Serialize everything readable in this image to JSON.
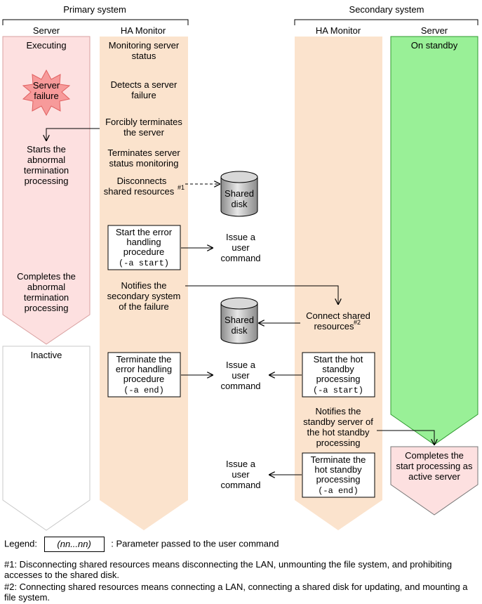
{
  "headers": {
    "primary": "Primary system",
    "secondary": "Secondary system",
    "server": "Server",
    "ha_monitor": "HA Monitor",
    "ha_monitor2": "HA Monitor",
    "server2": "Server"
  },
  "primary_server": {
    "executing": "Executing",
    "failure_1": "Server",
    "failure_2": "failure",
    "abn_start_1": "Starts the",
    "abn_start_2": "abnormal",
    "abn_start_3": "termination",
    "abn_start_4": "processing",
    "abn_done_1": "Completes the",
    "abn_done_2": "abnormal",
    "abn_done_3": "termination",
    "abn_done_4": "processing",
    "inactive": "Inactive"
  },
  "primary_ha": {
    "monitor_1": "Monitoring server",
    "monitor_2": "status",
    "detect_1": "Detects a server",
    "detect_2": "failure",
    "force_1": "Forcibly terminates",
    "force_2": "the server",
    "term_1": "Terminates server",
    "term_2": "status monitoring",
    "disc_1": "Disconnects",
    "disc_2": "shared resources",
    "disc_sup": "#1",
    "err_start_1": "Start the error",
    "err_start_2": "handling",
    "err_start_3": "procedure",
    "err_start_4": "(-a start)",
    "notify_1": "Notifies the",
    "notify_2": "secondary system",
    "notify_3": "of the failure",
    "err_end_1": "Terminate the",
    "err_end_2": "error handling",
    "err_end_3": "procedure",
    "err_end_4": "(-a end)"
  },
  "middle": {
    "disk1_1": "Shared",
    "disk1_2": "disk",
    "disk2_1": "Shared",
    "disk2_2": "disk",
    "cmd1_1": "Issue a",
    "cmd1_2": "user",
    "cmd1_3": "command",
    "cmd2_1": "Issue a",
    "cmd2_2": "user",
    "cmd2_3": "command",
    "cmd3_1": "Issue a",
    "cmd3_2": "user",
    "cmd3_3": "command"
  },
  "secondary_ha": {
    "conn_1": "Connect shared",
    "conn_2": "resources",
    "conn_sup": "#2",
    "hot_start_1": "Start the hot",
    "hot_start_2": "standby",
    "hot_start_3": "processing",
    "hot_start_4": "(-a start)",
    "notify_1": "Notifies the",
    "notify_2": "standby server of",
    "notify_3": "the hot standby",
    "notify_4": "processing",
    "hot_end_1": "Terminate the",
    "hot_end_2": "hot standby",
    "hot_end_3": "processing",
    "hot_end_4": "(-a end)"
  },
  "secondary_server": {
    "standby": "On standby",
    "complete_1": "Completes the",
    "complete_2": "start processing as",
    "complete_3": "active server"
  },
  "legend": {
    "label": "Legend:",
    "box": "(nn...nn)",
    "desc": ": Parameter passed to the user command"
  },
  "notes": {
    "n1": "#1: Disconnecting shared resources means disconnecting the LAN, unmounting the file system, and prohibiting accesses to the shared disk.",
    "n2": "#2: Connecting shared resources means connecting a LAN, connecting a shared disk for updating, and mounting a file system."
  },
  "colors": {
    "server_exec": "#fde0e0",
    "ha_band": "#fbe3cd",
    "standby": "#99f097",
    "burst": "#f79a9a"
  }
}
